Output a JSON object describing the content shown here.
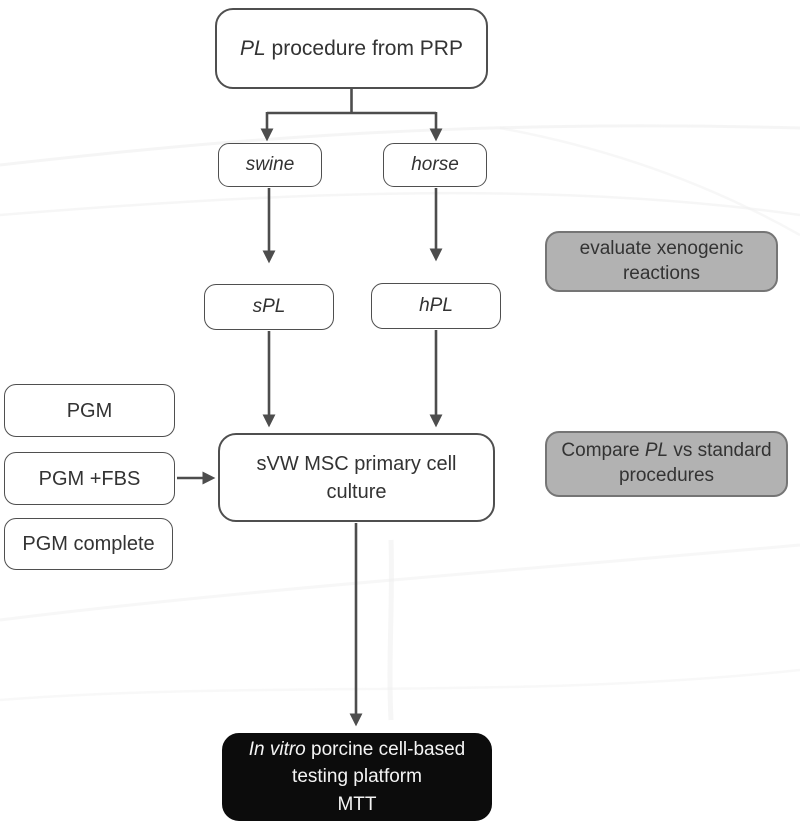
{
  "diagram": {
    "nodes": {
      "prp": {
        "label_italic": "PL",
        "label_rest": " procedure from PRP"
      },
      "swine": {
        "label": "swine"
      },
      "horse": {
        "label": "horse"
      },
      "spl": {
        "label": "sPL"
      },
      "hpl": {
        "label": "hPL"
      },
      "evaluate": {
        "label": "evaluate xenogenic reactions"
      },
      "pgm": {
        "label": "PGM"
      },
      "pgm_fbs": {
        "label": "PGM +FBS"
      },
      "pgm_complete": {
        "label": "PGM complete"
      },
      "culture": {
        "label": "sVW MSC primary cell culture"
      },
      "compare": {
        "label_before": "Compare ",
        "label_italic": "PL",
        "label_after": " vs standard procedures"
      },
      "platform": {
        "line1_italic": "In vitro",
        "line1_rest": " porcine cell-based",
        "line2": "testing platform",
        "line3": "MTT"
      }
    },
    "edges": [
      {
        "from": "prp",
        "to": "swine"
      },
      {
        "from": "prp",
        "to": "horse"
      },
      {
        "from": "swine",
        "to": "spl"
      },
      {
        "from": "horse",
        "to": "hpl"
      },
      {
        "from": "spl",
        "to": "culture"
      },
      {
        "from": "hpl",
        "to": "culture"
      },
      {
        "from": "pgm_fbs",
        "to": "culture"
      },
      {
        "from": "culture",
        "to": "platform"
      }
    ],
    "colors": {
      "arrow": "#4d4d4d",
      "box_border": "#4f4f4f",
      "gray_fill": "#b2b2b2",
      "gray_border": "#757575",
      "black_fill": "#0c0c0c",
      "black_text": "#f4f4f4",
      "text": "#333333",
      "white_fill": "#ffffff"
    }
  }
}
